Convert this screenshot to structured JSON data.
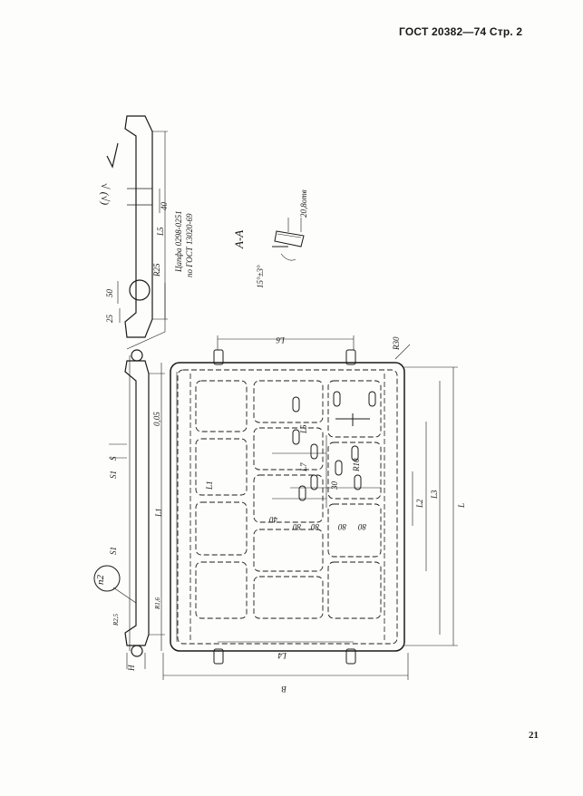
{
  "header": {
    "standard": "ГОСТ 20382—74",
    "page_ref": "Стр. 2"
  },
  "page_number": "21",
  "drawing": {
    "section_label": "А-А",
    "roughness": "√ (√)",
    "pin_note": "Цапфа 0298-0251",
    "pin_standard": "по ГОСТ 13020-69",
    "dims_side": [
      "40",
      "L5",
      "R25",
      "50",
      "25",
      "0,05",
      "S",
      "S1",
      "S1",
      "L1",
      "H",
      "R2,5",
      "R1,6",
      "n2"
    ],
    "dims_top": [
      "L6",
      "R30",
      "L4",
      "B",
      "L",
      "L1",
      "L2",
      "L3",
      "L5",
      "L7",
      "40",
      "80",
      "80",
      "80",
      "80",
      "30",
      "R10"
    ],
    "section_dims": [
      "20,8отв",
      "15°±3°"
    ]
  }
}
